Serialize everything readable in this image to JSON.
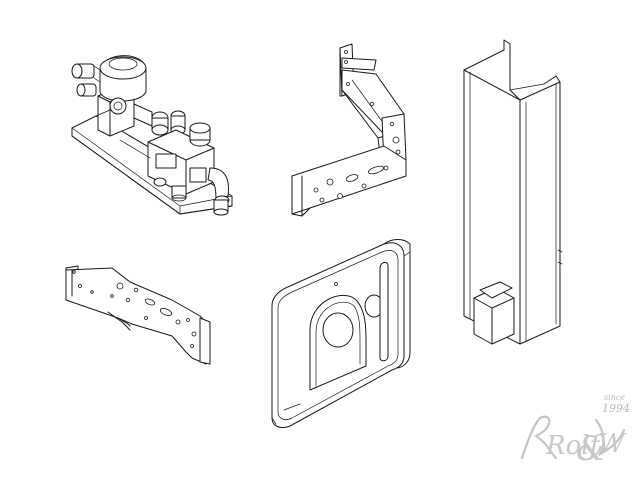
{
  "watermark": {
    "brand": "Rolf",
    "ampersand": "&",
    "suffix": "W",
    "since_label": "since",
    "year": "1994",
    "color": "#c8c8c8"
  },
  "parts": [
    {
      "id": "valve-assembly"
    },
    {
      "id": "angled-bracket"
    },
    {
      "id": "vertical-duct"
    },
    {
      "id": "flat-bracket"
    },
    {
      "id": "mounting-panel"
    }
  ]
}
